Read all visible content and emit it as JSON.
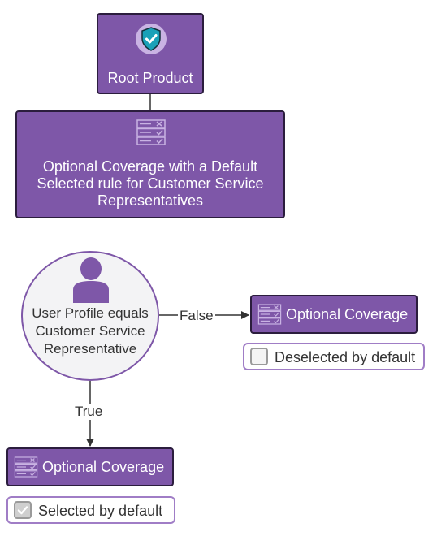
{
  "root": {
    "label": "Root Product",
    "icon": "shield-check-icon"
  },
  "rule": {
    "label": "Optional Coverage with a Default Selected rule for Customer Service Representatives",
    "icon": "checklist-icon"
  },
  "decision": {
    "label": "User Profile equals Customer Service Representative",
    "icon": "user-icon"
  },
  "edges": {
    "false_label": "False",
    "true_label": "True"
  },
  "coverage_false": {
    "label": "Optional Coverage",
    "icon": "checklist-icon",
    "state": "Deselected by default",
    "checked": false
  },
  "coverage_true": {
    "label": "Optional Coverage",
    "icon": "checklist-icon",
    "state": "Selected by default",
    "checked": true
  },
  "colors": {
    "node_fill": "#7e57a8",
    "node_border": "#2b1d3d",
    "accent": "#a07dc6",
    "shield": "#1aa1b8"
  }
}
